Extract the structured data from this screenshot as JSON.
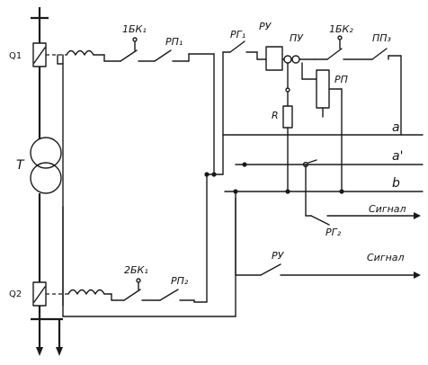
{
  "labels": {
    "q1": "Q1",
    "q2": "Q2",
    "t": "T",
    "k1_top": "1БК₁",
    "rp1": "РП₁",
    "rg1": "РГ₁",
    "ru_top": "РУ",
    "pu": "ПУ",
    "k2_top": "1БК₂",
    "pp3": "ПП₃",
    "rp_coil": "РП",
    "r": "R",
    "bus_a": "a",
    "bus_a2": "a'",
    "bus_b": "b",
    "rg2": "РГ₂",
    "signal1": "Сигнал",
    "ru_bottom": "РУ",
    "signal2": "Сигнал",
    "k1_bottom": "2БК₁",
    "rp2": "РП₂"
  }
}
